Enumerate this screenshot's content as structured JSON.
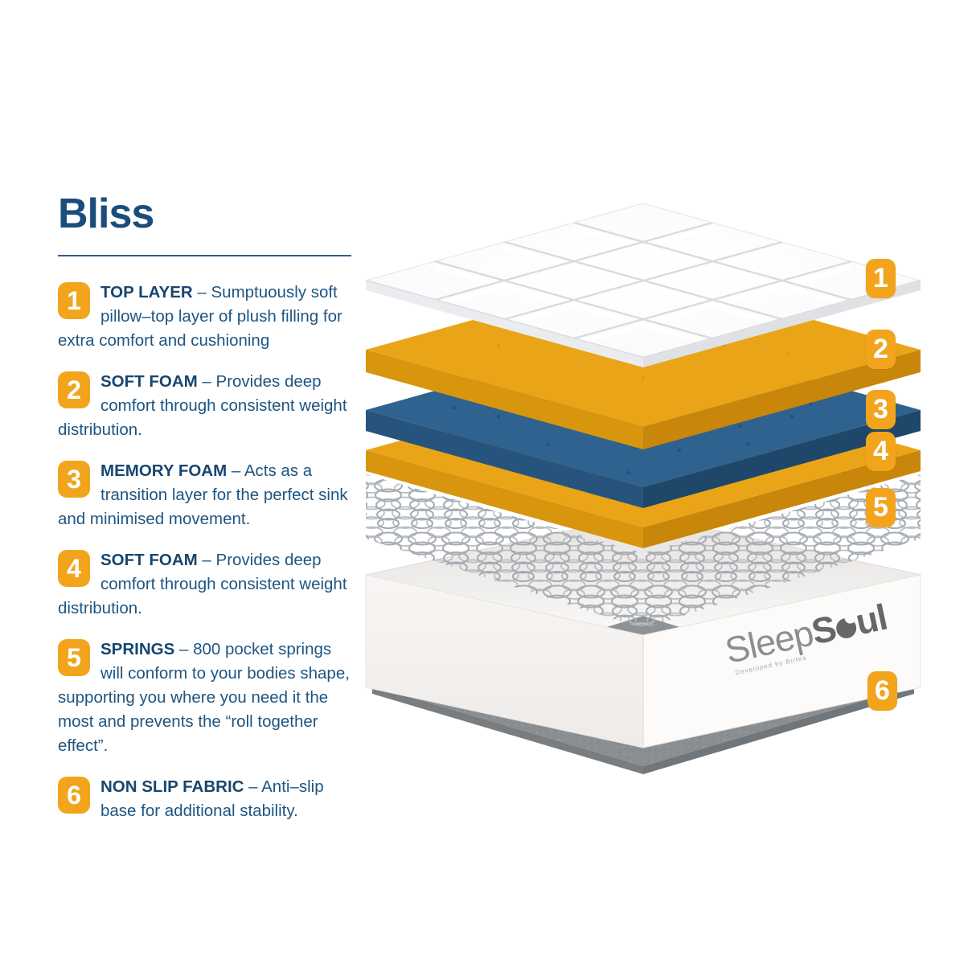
{
  "title": "Bliss",
  "colors": {
    "accent_orange": "#f2a51c",
    "navy_heading": "#17466f",
    "body_text": "#1e5582",
    "foam_orange": "#e9a517",
    "foam_blue": "#2f628e",
    "fabric_gray": "#8f9396"
  },
  "items": [
    {
      "num": "1",
      "heading": "TOP LAYER",
      "desc": "– Sumptuously soft pillow–top layer of plush filling for extra comfort and cushioning"
    },
    {
      "num": "2",
      "heading": "SOFT FOAM",
      "desc": "– Provides deep comfort through consistent weight distribution."
    },
    {
      "num": "3",
      "heading": "MEMORY FOAM",
      "desc": "– Acts as a transition layer for the perfect sink and minimised movement."
    },
    {
      "num": "4",
      "heading": "SOFT FOAM",
      "desc": "– Provides deep comfort through consistent weight distribution."
    },
    {
      "num": "5",
      "heading": "SPRINGS",
      "desc": "– 800 pocket springs will conform to your bodies shape, supporting you where you need it the most and prevents the “roll together effect”."
    },
    {
      "num": "6",
      "heading": "NON SLIP FABRIC",
      "desc": "– Anti–slip base for additional stability."
    }
  ],
  "diagram": {
    "badges": [
      "1",
      "2",
      "3",
      "4",
      "5",
      "6"
    ],
    "layers": [
      {
        "badge": "1",
        "name": "Quilted pillow top"
      },
      {
        "badge": "2",
        "name": "Soft foam"
      },
      {
        "badge": "3",
        "name": "Memory foam"
      },
      {
        "badge": "4",
        "name": "Soft foam"
      },
      {
        "badge": "5",
        "name": "Pocket springs"
      },
      {
        "badge": "6",
        "name": "Non slip fabric"
      }
    ],
    "logo": {
      "sleep": "Sleep",
      "soul_s": "S",
      "soul_rest": "ul",
      "o_icon": "moon-circle-icon",
      "tagline": "Developed by Birlea"
    }
  }
}
